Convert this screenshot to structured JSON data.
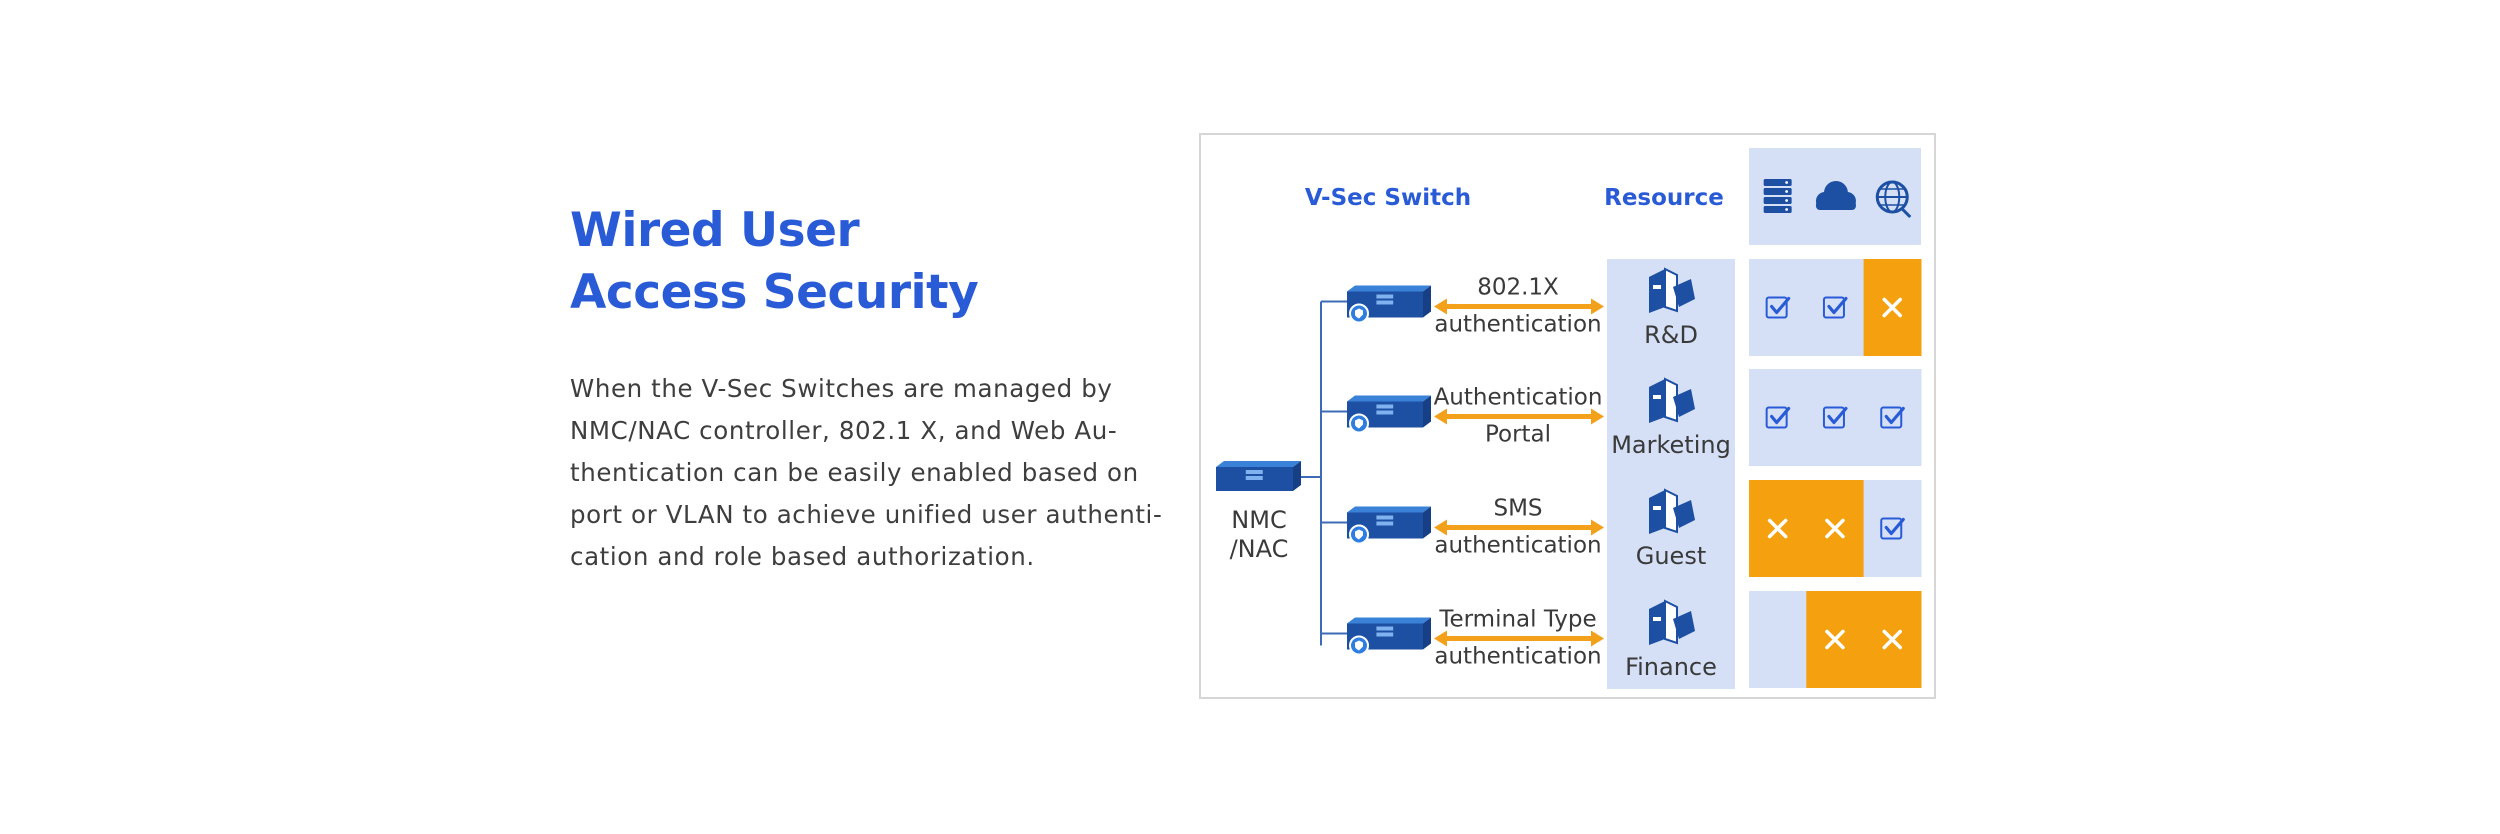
{
  "heading": {
    "line1": "Wired User",
    "line2": "Access Security"
  },
  "description": {
    "lines": [
      "When the V-Sec Switches are managed by",
      "NMC/NAC controller, 802.1 X, and Web Au-",
      "thentication can be easily enabled based on",
      "port or VLAN to achieve unified user authenti-",
      "cation and role based authorization."
    ]
  },
  "diagram": {
    "header_switch": "V-Sec Switch",
    "header_resource": "Resource",
    "resource_icons": [
      "server-icon",
      "cloud-icon",
      "globe-icon"
    ],
    "controller": {
      "line1": "NMC",
      "line2": "/NAC"
    },
    "rows": [
      {
        "method1": "802.1X",
        "method2": "authentication",
        "group": "R&D",
        "access": [
          true,
          true,
          false
        ]
      },
      {
        "method1": "Authentication",
        "method2": "Portal",
        "group": "Marketing",
        "access": [
          true,
          true,
          true
        ]
      },
      {
        "method1": "SMS",
        "method2": "authentication",
        "group": "Guest",
        "access": [
          false,
          false,
          true
        ]
      },
      {
        "method1": "Terminal Type",
        "method2": "authentication",
        "group": "Finance",
        "access": [
          null,
          false,
          false
        ]
      }
    ],
    "colors": {
      "accent_blue": "#2a5bd7",
      "device_blue": "#1d4fa3",
      "panel": "#d5e0f7",
      "deny": "#f5a10f",
      "arrow": "#f3a01b",
      "line": "#3d6bb5"
    }
  }
}
